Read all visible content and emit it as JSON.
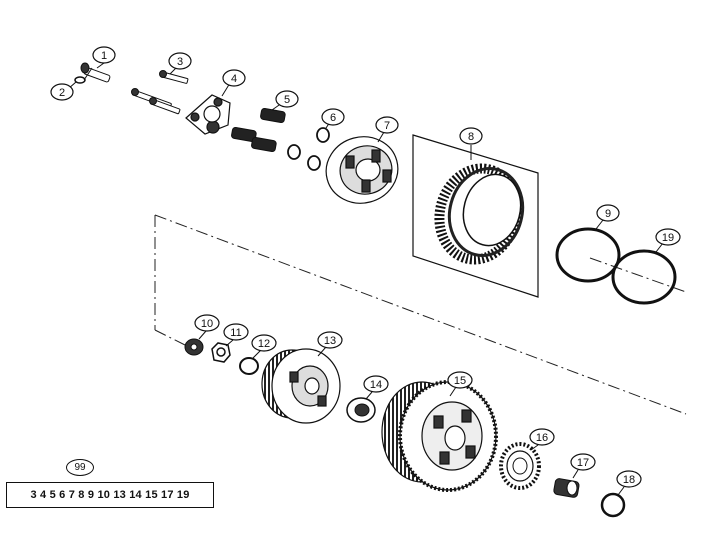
{
  "callouts": [
    {
      "id": "1",
      "label": "1"
    },
    {
      "id": "2",
      "label": "2"
    },
    {
      "id": "3",
      "label": "3"
    },
    {
      "id": "4",
      "label": "4"
    },
    {
      "id": "5",
      "label": "5"
    },
    {
      "id": "6",
      "label": "6"
    },
    {
      "id": "7",
      "label": "7"
    },
    {
      "id": "8",
      "label": "8"
    },
    {
      "id": "9",
      "label": "9"
    },
    {
      "id": "19",
      "label": "19"
    },
    {
      "id": "10",
      "label": "10"
    },
    {
      "id": "11",
      "label": "11"
    },
    {
      "id": "12",
      "label": "12"
    },
    {
      "id": "13",
      "label": "13"
    },
    {
      "id": "14",
      "label": "14"
    },
    {
      "id": "15",
      "label": "15"
    },
    {
      "id": "16",
      "label": "16"
    },
    {
      "id": "17",
      "label": "17"
    },
    {
      "id": "18",
      "label": "18"
    }
  ],
  "kit": {
    "label": "99",
    "contents": "3 4 5 6 7 8 9 10 13 14 15 17 19"
  }
}
